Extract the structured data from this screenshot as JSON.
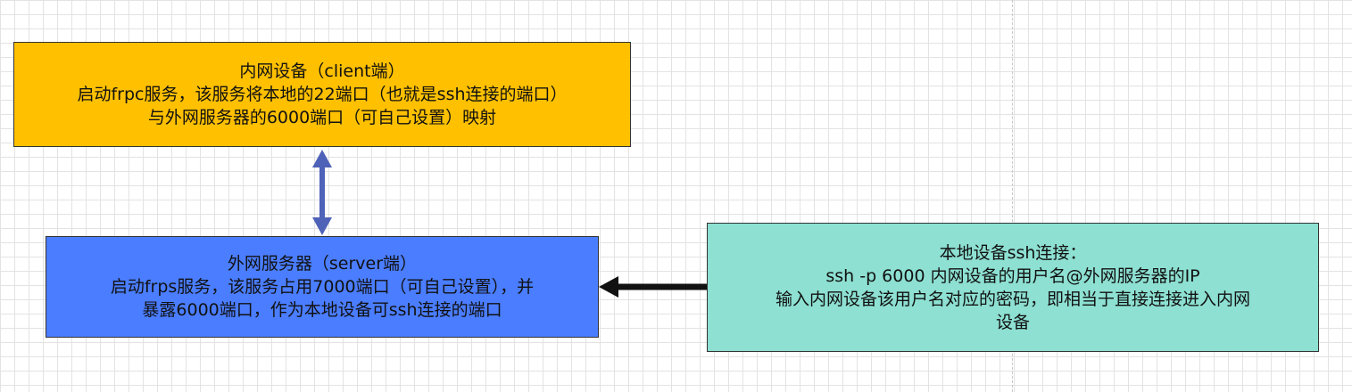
{
  "diagram": {
    "nodes": {
      "client": {
        "lines": [
          "内网设备（client端）",
          "启动frpc服务，该服务将本地的22端口（也就是ssh连接的端口）",
          "与外网服务器的6000端口（可自己设置）映射"
        ],
        "fill": "#ffc000",
        "border": "#333333"
      },
      "server": {
        "lines": [
          "外网服务器（server端）",
          "启动frps服务，该服务占用7000端口（可自己设置），并",
          "暴露6000端口，作为本地设备可ssh连接的端口"
        ],
        "fill": "#4a7dff",
        "border": "#333333"
      },
      "local": {
        "lines": [
          "本地设备ssh连接：",
          "ssh  -p 6000 内网设备的用户名@外网服务器的IP",
          "输入内网设备该用户名对应的密码，即相当于直接连接进入内网",
          "设备"
        ],
        "fill": "#8de0d2",
        "border": "#333333"
      }
    },
    "edges": {
      "client_server": {
        "color": "#4e62b8"
      },
      "local_server": {
        "color": "#111111"
      }
    }
  }
}
